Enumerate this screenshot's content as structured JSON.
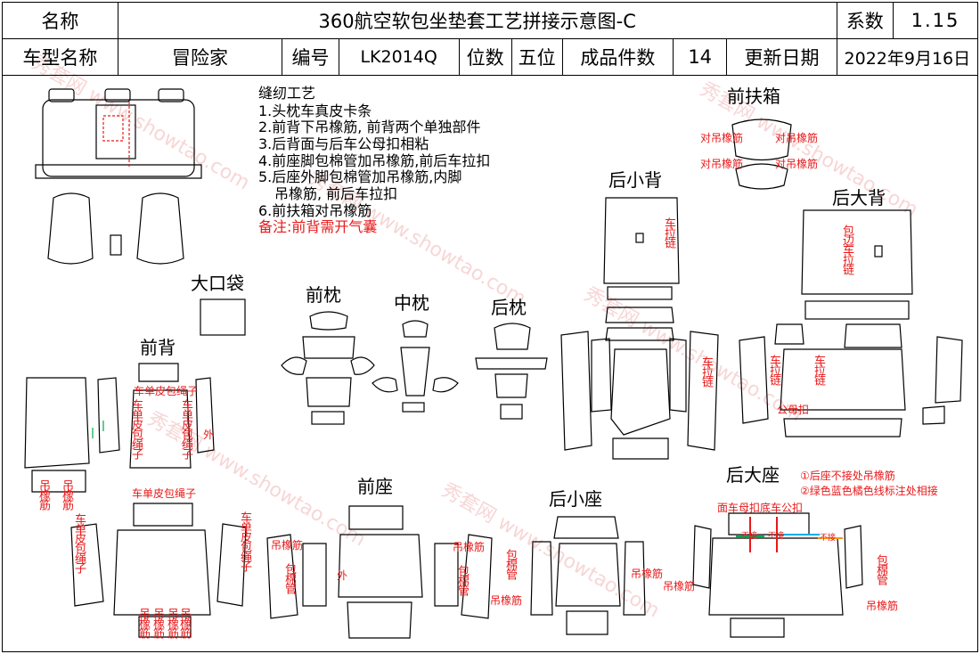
{
  "header": {
    "name_label": "名称",
    "title": "360航空软包坐垫套工艺拼接示意图-C",
    "coef_label": "系数",
    "coef_value": "1.15",
    "model_label": "车型名称",
    "model_value": "冒险家",
    "code_label": "编号",
    "code_value": "LK2014Q",
    "seats_label": "位数",
    "seats_value": "五位",
    "pieces_label": "成品件数",
    "pieces_value": "14",
    "date_label": "更新日期",
    "date_value": "2022年9月16日"
  },
  "process": {
    "title": "缝纫工艺",
    "steps": [
      "1.头枕车真皮卡条",
      "2.前背下吊橡筋, 前背两个单独部件",
      "3.后背面与后车公母扣相粘",
      "4.前座脚包棉管加吊橡筋,前后车拉扣",
      "5.后座外脚包棉管加吊橡筋,内脚",
      "吊橡筋, 前后车拉扣",
      "6.前扶箱对吊橡筋"
    ],
    "remark": "备注:前背需开气囊"
  },
  "sections": {
    "front_armrest": "前扶箱",
    "rear_small_back": "后小背",
    "rear_big_back": "后大背",
    "big_pocket": "大口袋",
    "front_headrest": "前枕",
    "middle_headrest": "中枕",
    "rear_headrest": "后枕",
    "front_back": "前背",
    "front_seat": "前座",
    "rear_small_seat": "后小座",
    "rear_big_seat": "后大座"
  },
  "annotations": {
    "pair_elastic": "对吊橡筋",
    "zipper": "车拉链",
    "edge_zipper": "包边车拉链",
    "snap": "公母扣",
    "single_leather_cord": "车单皮包绳子",
    "outer": "外",
    "elastic": "吊橡筋",
    "foam_tube": "包棉管",
    "rear_note_1": "①后座不接处吊橡筋",
    "rear_note_2": "②绿色蓝色橘色线标注处相接",
    "snap_line": "面车母扣底车公扣",
    "joint": "不接"
  },
  "watermark": "秀套网 www.showtao.com",
  "colors": {
    "accent_red": "#e8191a",
    "green": "#00a651",
    "blue": "#00aeef",
    "orange": "#f7941d"
  }
}
